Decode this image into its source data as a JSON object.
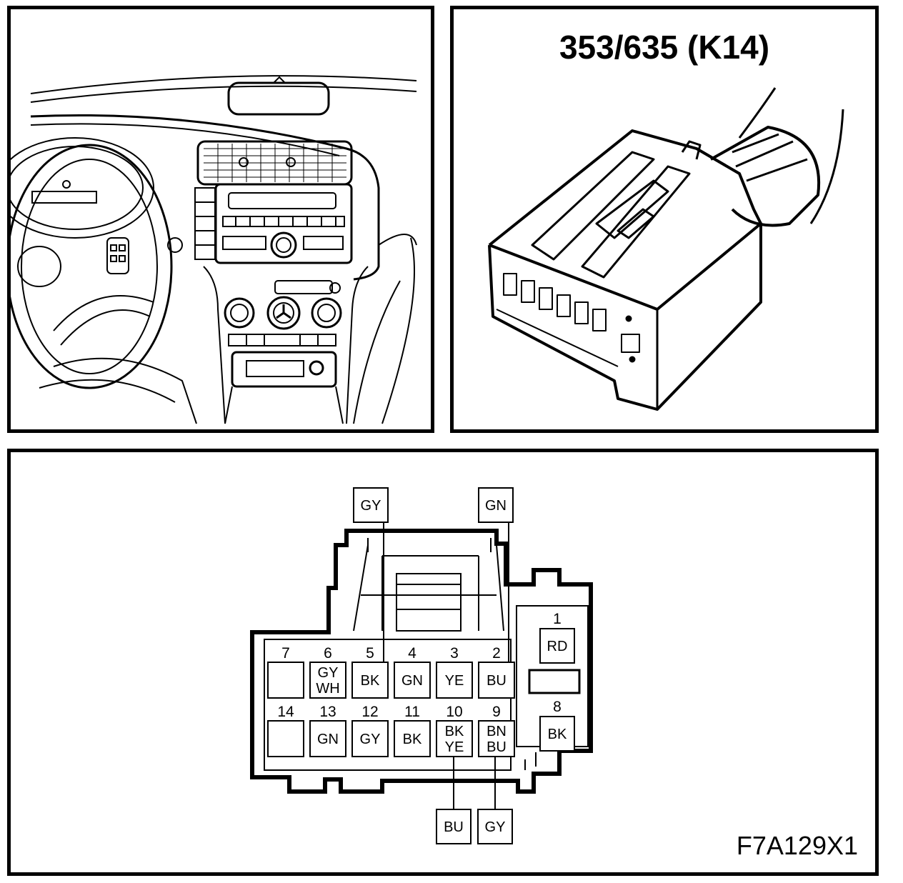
{
  "connector": {
    "title": "353/635 (K14)"
  },
  "figure_code": "F7A129X1",
  "pins": [
    {
      "num": "1",
      "color": "RD"
    },
    {
      "num": "2",
      "color": "BU"
    },
    {
      "num": "3",
      "color": "YE"
    },
    {
      "num": "4",
      "color": "GN"
    },
    {
      "num": "5",
      "color": "BK"
    },
    {
      "num": "6",
      "color": "GY WH"
    },
    {
      "num": "7",
      "color": ""
    },
    {
      "num": "8",
      "color": "BK"
    },
    {
      "num": "9",
      "color": "BN BU"
    },
    {
      "num": "10",
      "color": "BK YE"
    },
    {
      "num": "11",
      "color": "BK"
    },
    {
      "num": "12",
      "color": "GY"
    },
    {
      "num": "13",
      "color": "GN"
    },
    {
      "num": "14",
      "color": ""
    }
  ],
  "external_wires": {
    "pin5": "GY",
    "pin2": "GN",
    "pin10": "BU",
    "pin9": "GY"
  }
}
